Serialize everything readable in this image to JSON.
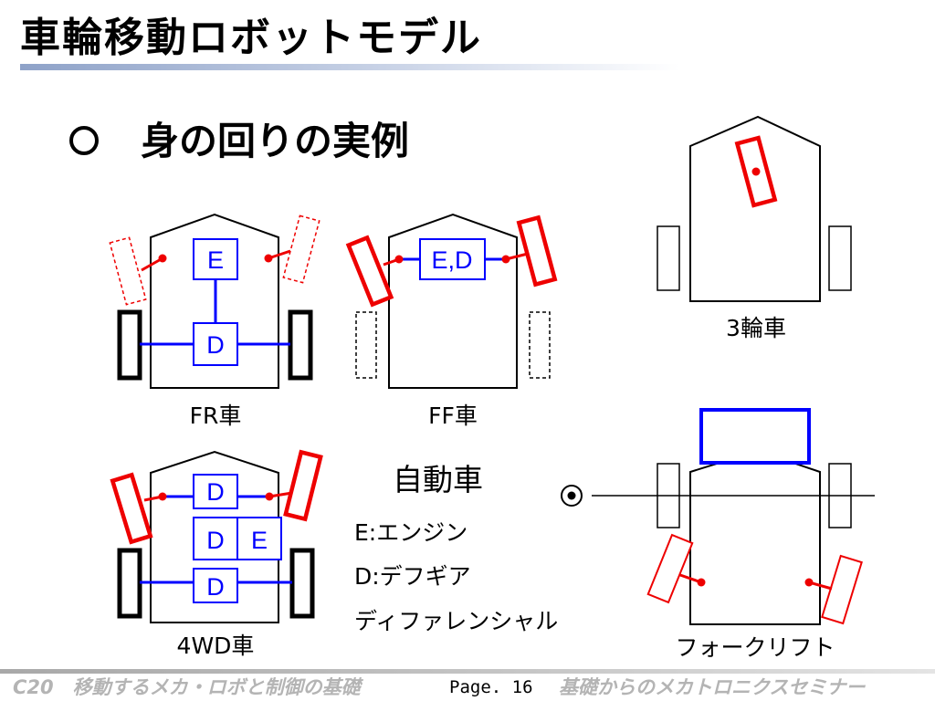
{
  "slide": {
    "title": "車輪移動ロボットモデル",
    "heading": "身の回りの実例"
  },
  "vehicles": {
    "fr": {
      "label": "FR車",
      "engine": "E",
      "diff": "D"
    },
    "ff": {
      "label": "FF車",
      "engine_diff": "E,D"
    },
    "three_wheel": {
      "label": "3輪車"
    },
    "four_wd": {
      "label": "4WD車",
      "diff_front": "D",
      "diff_center": "D",
      "engine": "E",
      "diff_rear": "D"
    },
    "forklift": {
      "label": "フォークリフト"
    }
  },
  "legend": {
    "title": "自動車",
    "engine": "E:エンジン",
    "diff": "D:デフギア",
    "diff_full": "ディファレンシャル"
  },
  "footer": {
    "course": "C20　移動するメカ・ロボと制御の基礎",
    "page": "Page. 16",
    "seminar": "基礎からのメカトロニクスセミナー"
  },
  "colors": {
    "wheel_steer": "#ee0000",
    "drivetrain": "#0000ff",
    "wheel_fixed": "#000000",
    "title_underline": "#8ea2c8",
    "footer_text": "#b4b4b4"
  }
}
